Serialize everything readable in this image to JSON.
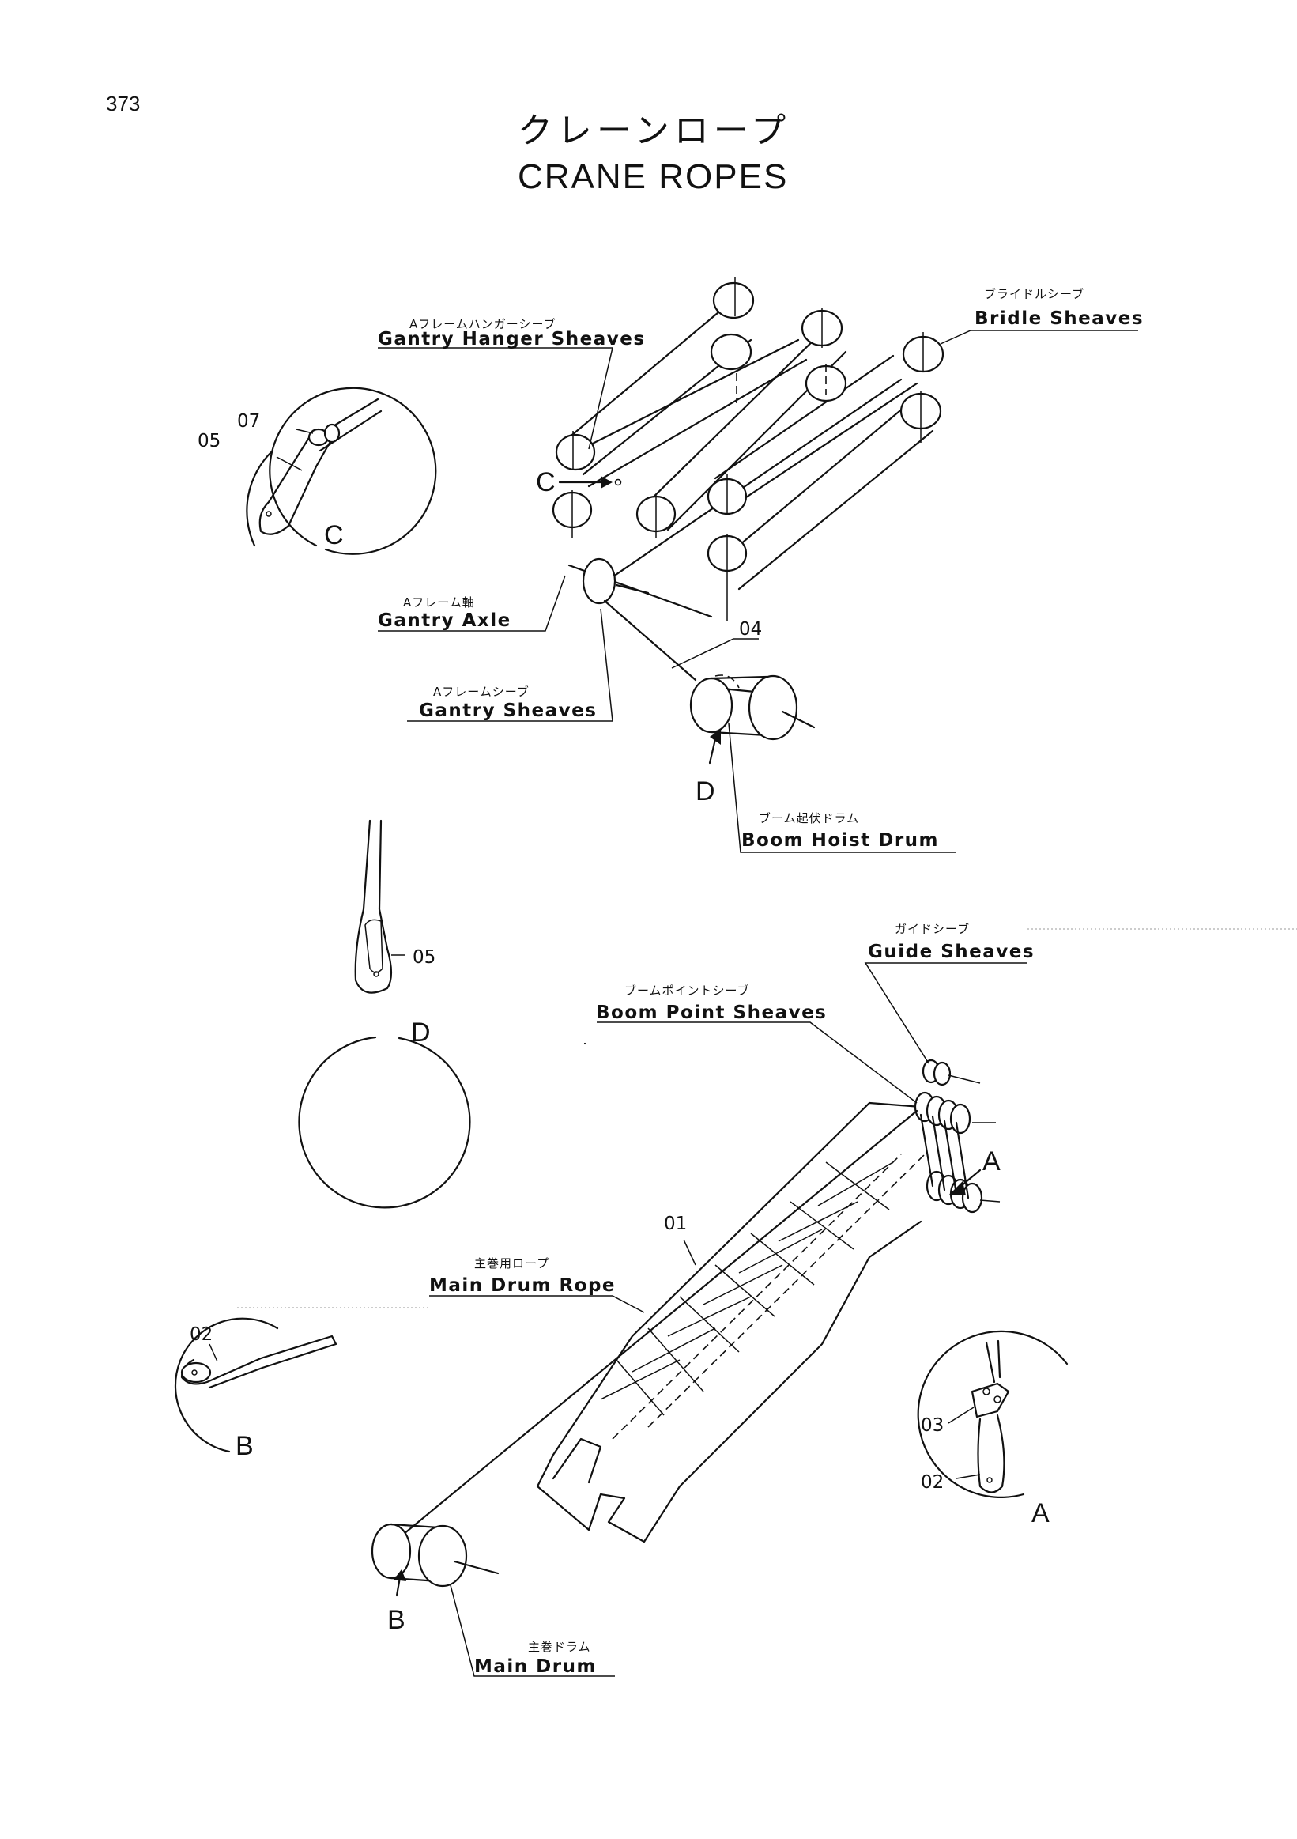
{
  "page_number": "373",
  "title": {
    "japanese": "クレーンロープ",
    "english": "CRANE ROPES"
  },
  "callouts": {
    "gantry_hanger_sheaves": {
      "japanese": "Aフレームハンガーシーブ",
      "english": "Gantry Hanger Sheaves"
    },
    "bridle_sheaves": {
      "japanese": "ブライドルシーブ",
      "english": "Bridle Sheaves"
    },
    "gantry_axle": {
      "japanese": "Aフレーム軸",
      "english": "Gantry Axle"
    },
    "gantry_sheaves": {
      "japanese": "Aフレームシーブ",
      "english": "Gantry Sheaves"
    },
    "boom_hoist_drum": {
      "japanese": "ブーム起伏ドラム",
      "english": "Boom Hoist Drum"
    },
    "guide_sheaves": {
      "japanese": "ガイドシーブ",
      "english": "Guide Sheaves"
    },
    "boom_point_sheaves": {
      "japanese": "ブームポイントシーブ",
      "english": "Boom Point Sheaves"
    },
    "main_drum_rope": {
      "japanese": "主巻用ロープ",
      "english": "Main Drum Rope"
    },
    "main_drum": {
      "japanese": "主巻ドラム",
      "english": "Main Drum"
    }
  },
  "part_numbers": {
    "p01": "01",
    "p02": "02",
    "p03": "03",
    "p04": "04",
    "p05": "05",
    "p07": "07"
  },
  "view_letters": {
    "a": "A",
    "b": "B",
    "c": "C",
    "d": "D"
  }
}
